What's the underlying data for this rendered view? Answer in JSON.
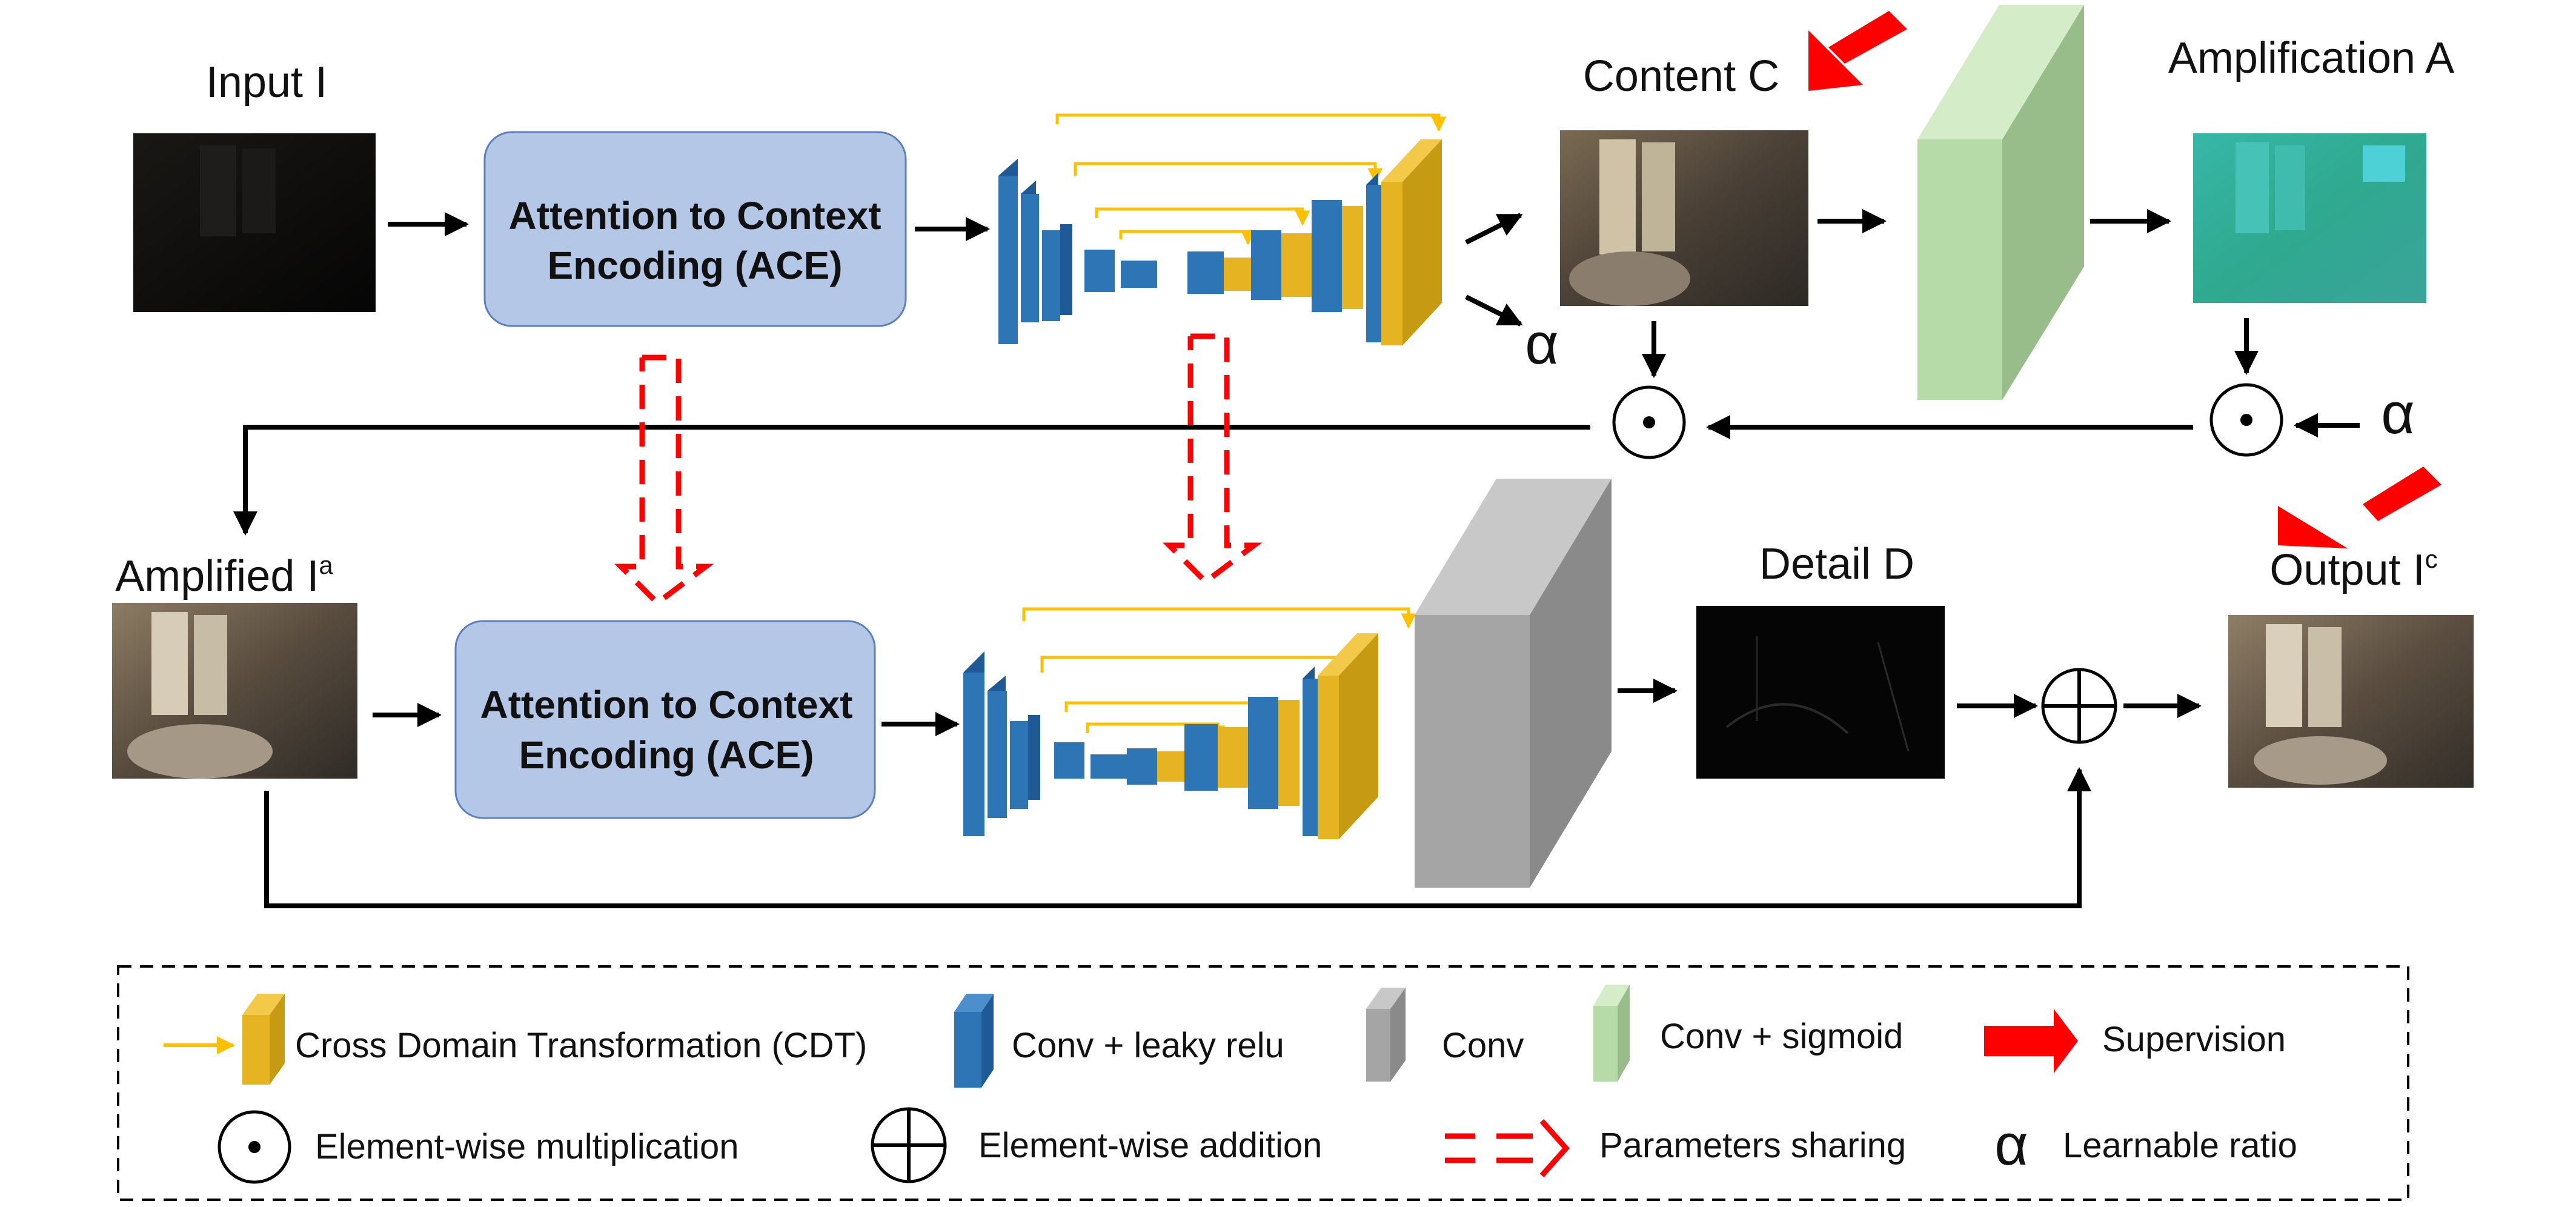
{
  "colors": {
    "conv_blue": "#2e75b6",
    "cdt_yellow": "#e6b422",
    "ace_fill": "#b4c7e7",
    "conv_gray": "#a5a5a5",
    "conv_sigmoid_green": "#b7dba8",
    "supervision_red": "#ff0000",
    "skip_line_yellow": "#ffc000",
    "arrow_black": "#000000"
  },
  "labels": {
    "input": "Input I",
    "content": "Content C",
    "amplification": "Amplification A",
    "amplified": "Amplified I",
    "amplified_sup": "a",
    "detail": "Detail D",
    "output": "Output I",
    "output_sup": "c",
    "alpha": "α"
  },
  "ace_blocks": [
    {
      "line1": "Attention to Context",
      "line2": "Encoding (ACE)"
    },
    {
      "line1": "Attention to Context",
      "line2": "Encoding (ACE)"
    }
  ],
  "legend": {
    "items": [
      {
        "icon": "cdt-icon",
        "label": "Cross Domain Transformation (CDT)"
      },
      {
        "icon": "conv-leaky-relu-icon",
        "label": "Conv + leaky relu"
      },
      {
        "icon": "conv-icon",
        "label": "Conv"
      },
      {
        "icon": "conv-sigmoid-icon",
        "label": "Conv + sigmoid"
      },
      {
        "icon": "supervision-arrow-icon",
        "label": "Supervision"
      },
      {
        "icon": "elementwise-multiplication-icon",
        "label": "Element-wise multiplication"
      },
      {
        "icon": "elementwise-addition-icon",
        "label": "Element-wise addition"
      },
      {
        "icon": "parameters-sharing-icon",
        "label": "Parameters sharing"
      },
      {
        "icon": "alpha-icon",
        "label": "Learnable ratio",
        "symbol": "α"
      }
    ]
  }
}
